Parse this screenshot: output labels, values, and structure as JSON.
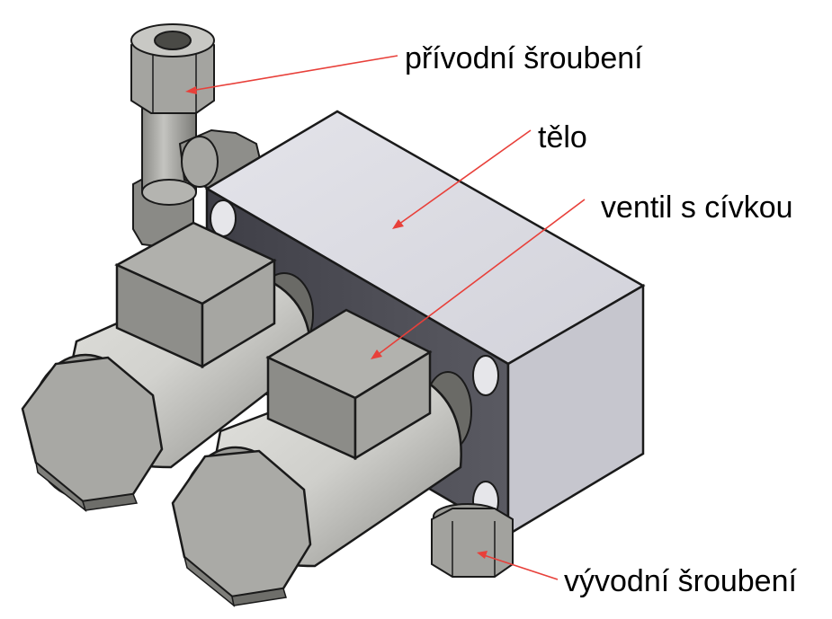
{
  "labels": {
    "inlet_fitting": "přívodní šroubení",
    "body": "tělo",
    "valve_with_coil": "ventil s cívkou",
    "outlet_fitting": "vývodní šroubení"
  },
  "colors": {
    "leader_line": "#e8403a",
    "label_text": "#000000",
    "body_top": "#dcdce2",
    "body_front": "#4a4a52",
    "body_side": "#c4c4cc",
    "metal_light": "#c8c8c4",
    "metal_mid": "#a0a09c",
    "metal_dark": "#6a6a66",
    "outline": "#1a1a1a",
    "background": "#ffffff"
  }
}
